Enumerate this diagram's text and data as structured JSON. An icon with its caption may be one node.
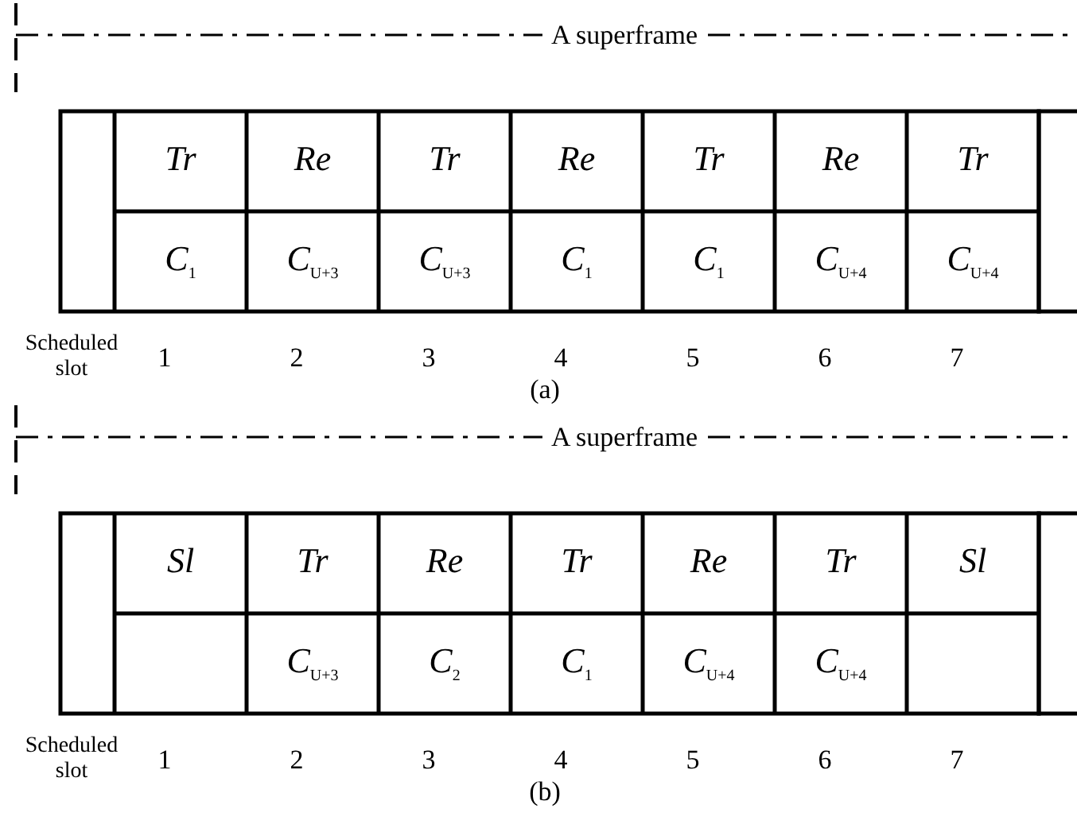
{
  "diagram": {
    "labels": [
      "A superframe",
      "Tr",
      "Re",
      "Tr",
      "Re",
      "Tr",
      "Re",
      "Tr",
      "*C*$_{1}$",
      "*C*$_{U+3}$",
      "*C*$_{U+3}$",
      "*C*$_{1}$",
      "*C*$_{1}$",
      "*C*$_{U+4}$",
      "*C*$_{U+4}$",
      "Scheduled slot",
      "1",
      "2",
      "3",
      "4",
      "5",
      "6",
      "7",
      "(a)",
      "A superframe",
      "Sl",
      "Tr",
      "Re",
      "Tr",
      "Re",
      "Tr",
      "Sl",
      "*C*$_{U+3}$",
      "*C*$_{2}$",
      "*C*$_{1}$",
      "*C*$_{U+4}$",
      "*C*$_{U+4}$",
      "Scheduled slot",
      "1",
      "2",
      "3",
      "4",
      "5",
      "6",
      "7",
      "(b)"
    ]
  }
}
